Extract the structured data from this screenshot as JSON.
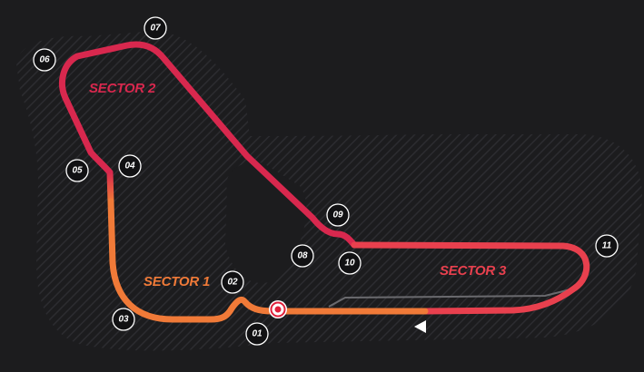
{
  "colors": {
    "background": "#1c1c1e",
    "runoff_hatch": "#2c2c30",
    "sector_1": "#f07a38",
    "sector_1_to_2": "#e2425a",
    "sector_2": "#d8284e",
    "sector_3": "#e8404e",
    "pit_lane": "#6a6a6e",
    "turn_marker_fill": "#111113",
    "turn_marker_stroke": "#ffffff",
    "start_marker": "#e0203a",
    "direction_arrow": "#ffffff"
  },
  "sectors": [
    {
      "id": "sector-1",
      "label": "SECTOR 1"
    },
    {
      "id": "sector-2",
      "label": "SECTOR 2"
    },
    {
      "id": "sector-3",
      "label": "SECTOR 3"
    }
  ],
  "turns": [
    "01",
    "02",
    "03",
    "04",
    "05",
    "06",
    "07",
    "08",
    "09",
    "10",
    "11"
  ],
  "icons": {
    "start_finish": "start-finish-target-icon",
    "direction": "race-direction-arrow-icon"
  }
}
